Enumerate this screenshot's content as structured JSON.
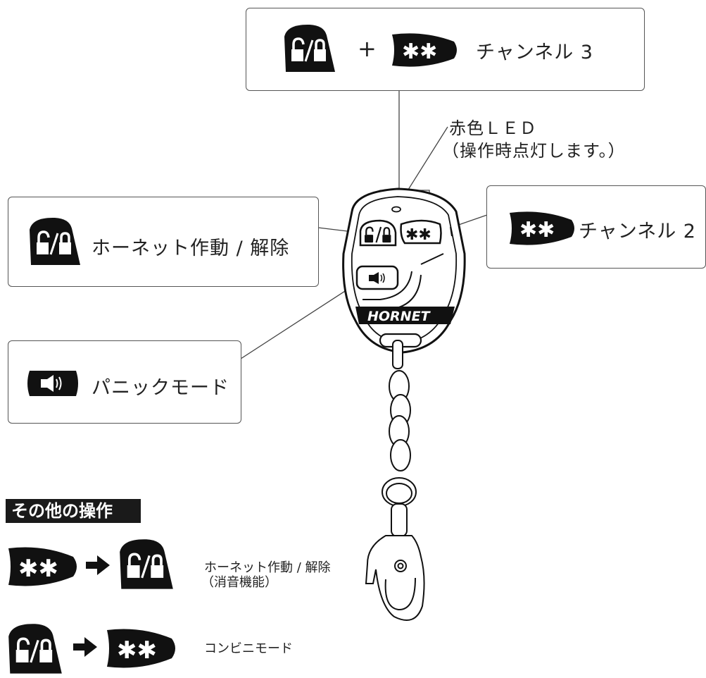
{
  "legend": {
    "channel3": "チャンネル 3",
    "plus": "+",
    "led_line1": "赤色ＬＥＤ",
    "led_line2": "（操作時点灯します。）",
    "channel2": "チャンネル 2",
    "arm_disarm": "ホーネット作動 / 解除",
    "panic": "パニックモード"
  },
  "remote": {
    "brand": "HORNET"
  },
  "other_ops": {
    "heading": "その他の操作",
    "op1_line1": "ホーネット作動 / 解除",
    "op1_line2": "（消音機能）",
    "op2": "コンビニモード"
  },
  "icons": {
    "lock": "lock-unlock-icon",
    "star": "star-star-icon",
    "speaker": "speaker-icon",
    "arrow": "right-arrow-icon"
  }
}
